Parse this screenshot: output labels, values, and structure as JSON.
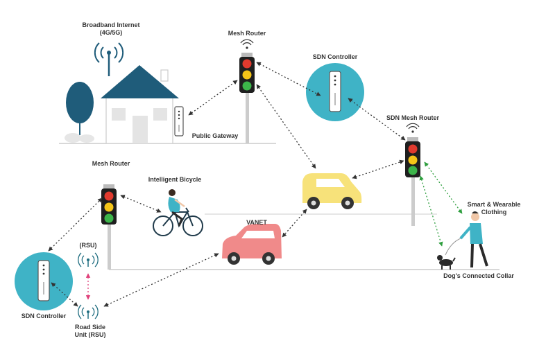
{
  "labels": {
    "broadband_line1": "Broadband Internet",
    "broadband_line2": "(4G/5G)",
    "mesh_router_top": "Mesh Router",
    "sdn_controller_top": "SDN Controller",
    "public_gateway": "Public Gateway",
    "sdn_mesh_router": "SDN Mesh Router",
    "mesh_router_left": "Mesh Router",
    "intelligent_bicycle": "Intelligent Bicycle",
    "smart_line1": "Smart & Wearable",
    "smart_line2": "Clothing",
    "vanet": "VANET",
    "rsu": "(RSU)",
    "dog_collar": "Dog's Connected Collar",
    "sdn_controller_bottom": "SDN Controller",
    "rsu_line1": "Road Side",
    "rsu_line2": "Unit (RSU)"
  },
  "colors": {
    "house_roof": "#1f5c7a",
    "tree": "#1f5c7a",
    "controller_circle": "#3fb3c6",
    "car_yellow": "#f7e27a",
    "car_pink": "#f08a8a",
    "light_red": "#e03a2e",
    "light_yellow": "#f5c518",
    "light_green": "#3cb54a",
    "link_black": "#333333",
    "link_green": "#2e9e3e",
    "link_pink": "#e0407a",
    "wifi": "#333333",
    "wifi_rsu": "#1f6d80"
  },
  "icons": [
    "broadcast-antenna-icon",
    "house-icon",
    "tree-icon",
    "traffic-light-icon",
    "router-device-icon",
    "car-icon",
    "bicycle-icon",
    "person-icon",
    "dog-icon",
    "wifi-icon"
  ]
}
